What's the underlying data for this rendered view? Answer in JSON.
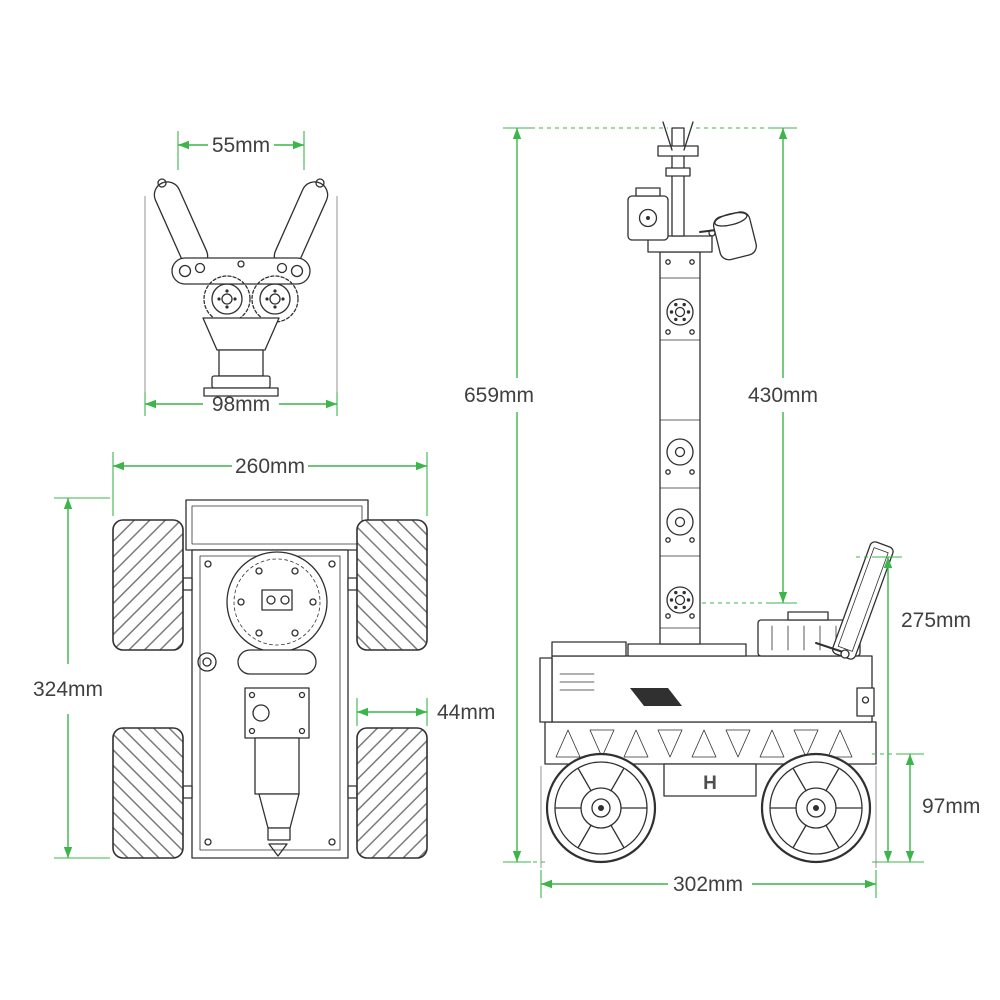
{
  "colors": {
    "dimension_green": "#3cb54a",
    "drawing_line": "#303030",
    "label_text": "#404040",
    "background": "#ffffff"
  },
  "diagram": {
    "type": "technical-dimension-drawing",
    "subject": "mecanum-wheel robot chassis with robotic arm, gripper and screen",
    "views": {
      "gripper_front": {
        "dims": {
          "claw_opening_top": "55mm",
          "claw_width_bottom": "98mm"
        }
      },
      "chassis_top": {
        "dims": {
          "overall_width": "260mm",
          "overall_length": "324mm",
          "wheel_width": "44mm"
        }
      },
      "side": {
        "logo_mark": "H",
        "dims": {
          "overall_height": "659mm",
          "arm_height": "430mm",
          "rear_screen_height": "275mm",
          "wheel_diameter": "97mm",
          "chassis_length": "302mm"
        }
      }
    }
  }
}
